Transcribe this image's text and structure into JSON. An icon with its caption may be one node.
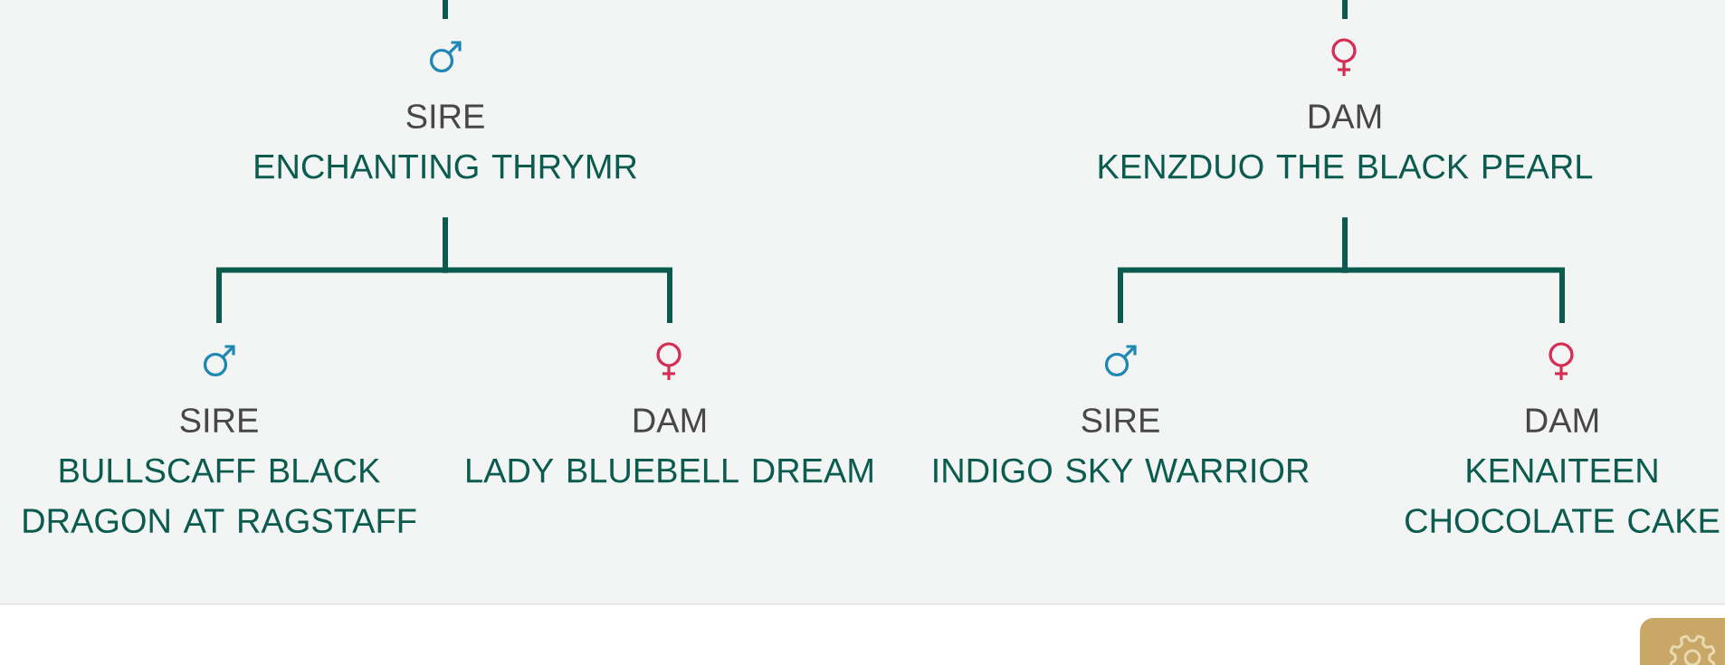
{
  "diagram": {
    "nodes": [
      {
        "text": [
          "SIRE",
          "ENCHANTING THRYMR"
        ]
      },
      {
        "text": [
          "DAM",
          "KENZDUO THE BLACK PEARL"
        ]
      },
      {
        "text": [
          "SIRE",
          "BULLSCAFF BLACK DRAGON AT RAGSTAFF"
        ]
      },
      {
        "text": [
          "DAM",
          "LADY BLUEBELL DREAM"
        ]
      },
      {
        "text": [
          "SIRE",
          "INDIGO SKY WARRIOR"
        ]
      },
      {
        "text": [
          "DAM",
          "KENAITEEN CHOCOLATE CAKE"
        ]
      }
    ],
    "edges": [
      {
        "from": null,
        "to": 0,
        "arrow": "none"
      },
      {
        "from": null,
        "to": 1,
        "arrow": "none"
      },
      {
        "from": 0,
        "to": 2,
        "arrow": "none"
      },
      {
        "from": 0,
        "to": 3,
        "arrow": "none"
      },
      {
        "from": 1,
        "to": 4,
        "arrow": "none"
      },
      {
        "from": 1,
        "to": 5,
        "arrow": "none"
      }
    ]
  }
}
